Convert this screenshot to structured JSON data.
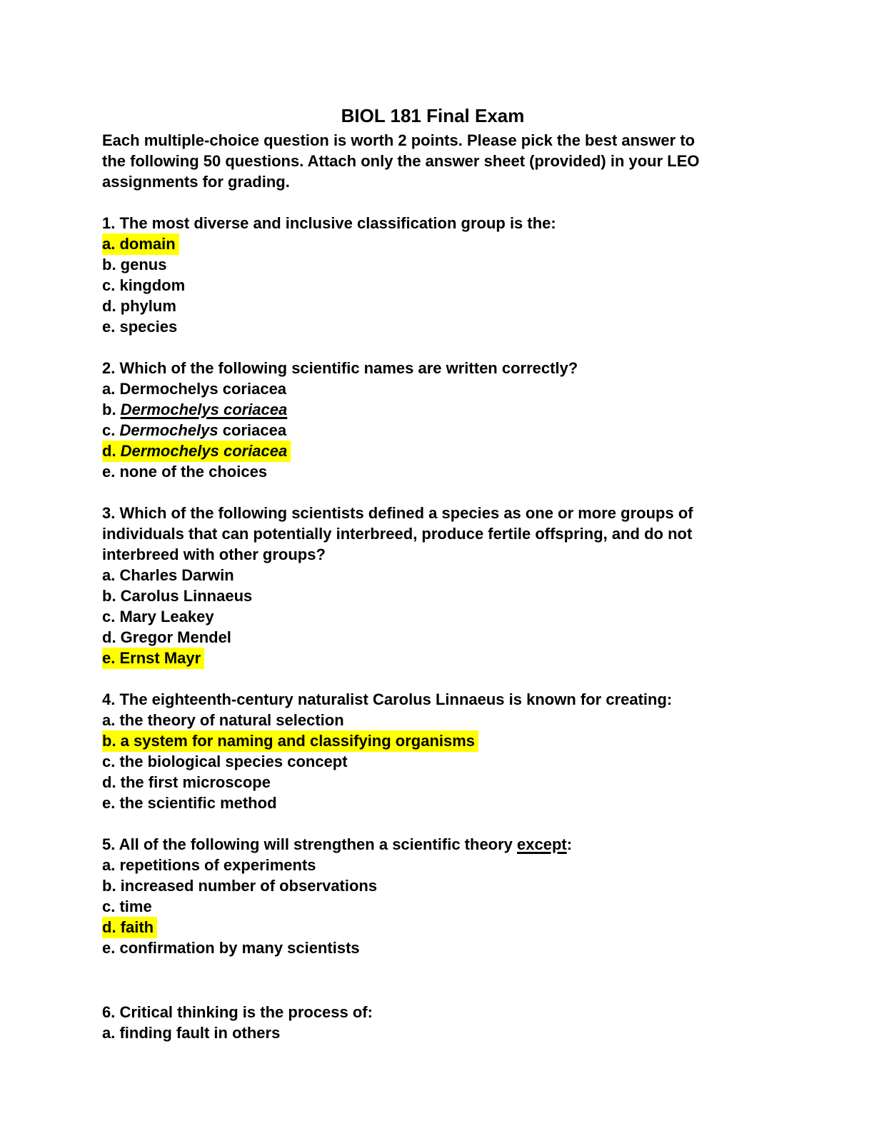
{
  "page": {
    "highlight_color": "#ffff00",
    "text_color": "#000000",
    "background_color": "#ffffff"
  },
  "header": {
    "title": "BIOL 181 Final Exam",
    "instructions_lines": [
      "Each multiple-choice question is worth 2 points. Please pick the best answer to",
      "the following 50 questions. Attach only the answer sheet (provided) in your LEO",
      "assignments for grading."
    ]
  },
  "questions": [
    {
      "prompt_lines": [
        [
          {
            "t": "1. The most diverse and inclusive classification group is the:"
          }
        ]
      ],
      "options": [
        {
          "segments": [
            {
              "t": "a. "
            },
            {
              "t": "domain"
            }
          ],
          "highlight": true
        },
        {
          "segments": [
            {
              "t": "b. "
            },
            {
              "t": "genus"
            }
          ]
        },
        {
          "segments": [
            {
              "t": "c. "
            },
            {
              "t": "kingdom"
            }
          ]
        },
        {
          "segments": [
            {
              "t": "d. "
            },
            {
              "t": "phylum"
            }
          ]
        },
        {
          "segments": [
            {
              "t": "e. "
            },
            {
              "t": "species"
            }
          ]
        }
      ]
    },
    {
      "prompt_lines": [
        [
          {
            "t": "2. Which of the following scientific names are written correctly?"
          }
        ]
      ],
      "options": [
        {
          "segments": [
            {
              "t": "a. "
            },
            {
              "t": "Dermochelys coriacea"
            }
          ]
        },
        {
          "segments": [
            {
              "t": "b. "
            },
            {
              "t": "Dermochelys coriacea",
              "i": true,
              "u": true
            }
          ]
        },
        {
          "segments": [
            {
              "t": "c. "
            },
            {
              "t": "Dermochelys",
              "i": true
            },
            {
              "t": " coriacea"
            }
          ]
        },
        {
          "segments": [
            {
              "t": "d. "
            },
            {
              "t": "Dermochelys coriacea",
              "i": true
            }
          ],
          "highlight": true
        },
        {
          "segments": [
            {
              "t": "e. "
            },
            {
              "t": "none of the choices"
            }
          ]
        }
      ]
    },
    {
      "prompt_lines": [
        [
          {
            "t": "3. Which of the following scientists defined a species as one or more groups of"
          }
        ],
        [
          {
            "t": "individuals that can potentially interbreed, produce fertile offspring, and do not"
          }
        ],
        [
          {
            "t": "interbreed with other groups?"
          }
        ]
      ],
      "options": [
        {
          "segments": [
            {
              "t": "a. "
            },
            {
              "t": "Charles Darwin"
            }
          ]
        },
        {
          "segments": [
            {
              "t": "b. "
            },
            {
              "t": "Carolus Linnaeus"
            }
          ]
        },
        {
          "segments": [
            {
              "t": "c. "
            },
            {
              "t": "Mary Leakey"
            }
          ]
        },
        {
          "segments": [
            {
              "t": "d. "
            },
            {
              "t": "Gregor Mendel"
            }
          ]
        },
        {
          "segments": [
            {
              "t": "e. "
            },
            {
              "t": "Ernst Mayr"
            }
          ],
          "highlight": true
        }
      ]
    },
    {
      "prompt_lines": [
        [
          {
            "t": "4. The eighteenth-century naturalist Carolus Linnaeus is known for creating:"
          }
        ]
      ],
      "options": [
        {
          "segments": [
            {
              "t": "a. "
            },
            {
              "t": "the theory of natural selection"
            }
          ]
        },
        {
          "segments": [
            {
              "t": "b. "
            },
            {
              "t": "a system for naming and classifying organisms"
            }
          ],
          "highlight": true
        },
        {
          "segments": [
            {
              "t": "c. "
            },
            {
              "t": "the biological species concept"
            }
          ]
        },
        {
          "segments": [
            {
              "t": "d. "
            },
            {
              "t": "the first microscope"
            }
          ]
        },
        {
          "segments": [
            {
              "t": "e. "
            },
            {
              "t": "the scientific method"
            }
          ]
        }
      ]
    },
    {
      "prompt_lines": [
        [
          {
            "t": "5. All of the following will strengthen a scientific theory "
          },
          {
            "t": "except",
            "u": true
          },
          {
            "t": ":"
          }
        ]
      ],
      "options": [
        {
          "segments": [
            {
              "t": "a. "
            },
            {
              "t": "repetitions of experiments"
            }
          ]
        },
        {
          "segments": [
            {
              "t": "b. "
            },
            {
              "t": "increased number of observations"
            }
          ]
        },
        {
          "segments": [
            {
              "t": "c. "
            },
            {
              "t": "time"
            }
          ]
        },
        {
          "segments": [
            {
              "t": "d. "
            },
            {
              "t": "faith"
            }
          ],
          "highlight": true
        },
        {
          "segments": [
            {
              "t": "e. "
            },
            {
              "t": "confirmation by many scientists"
            }
          ]
        }
      ]
    },
    {
      "extra_gap": true,
      "prompt_lines": [
        [
          {
            "t": "6. Critical thinking is the process of:"
          }
        ]
      ],
      "options": [
        {
          "segments": [
            {
              "t": "a. "
            },
            {
              "t": "finding fault in others"
            }
          ]
        }
      ]
    }
  ]
}
